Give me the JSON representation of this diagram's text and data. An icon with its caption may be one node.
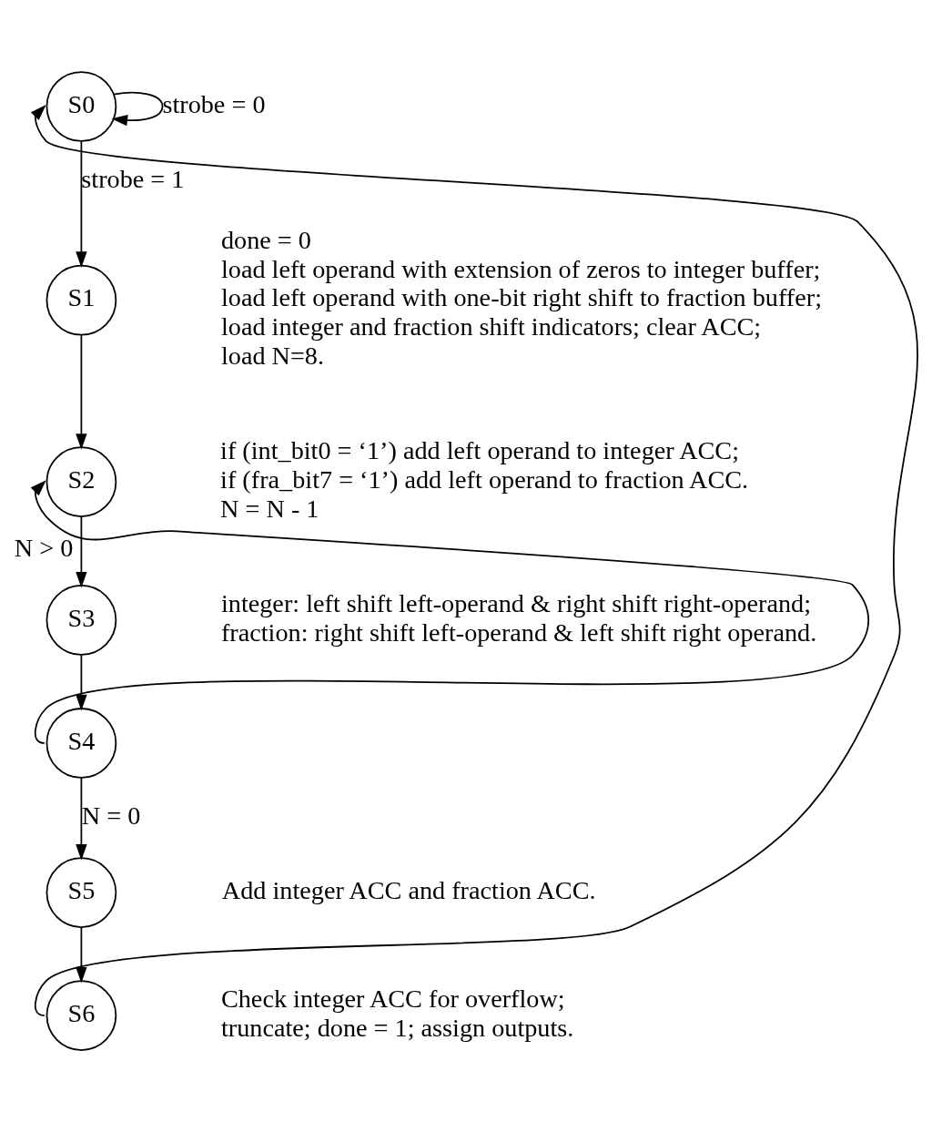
{
  "diagram": {
    "nodes": [
      {
        "text": [
          "S0"
        ]
      },
      {
        "text": [
          "S1"
        ],
        "beside": [
          "done = 0",
          "load left operand with extension of zeros to integer buffer;",
          "load left operand with one-bit right shift to fraction buffer;",
          "load integer and fraction shift indicators; clear ACC;",
          "load N=8."
        ]
      },
      {
        "text": [
          "S2"
        ],
        "beside": [
          "if (int_bit0 = ‘1’) add left operand to integer ACC;",
          "if (fra_bit7 = ‘1’) add left operand to fraction ACC.",
          "N = N - 1"
        ]
      },
      {
        "text": [
          "S3"
        ],
        "beside": [
          "integer: left shift left-operand & right shift right-operand;",
          "fraction: right shift left-operand & left shift right operand."
        ]
      },
      {
        "text": [
          "S4"
        ]
      },
      {
        "text": [
          "S5"
        ],
        "beside": [
          "Add integer ACC and fraction ACC."
        ]
      },
      {
        "text": [
          "S6"
        ],
        "beside": [
          "Check integer ACC for overflow;",
          "truncate; done = 1; assign outputs."
        ]
      }
    ],
    "edges": [
      {
        "from": 0,
        "to": 0,
        "arrow": "to",
        "label": "strobe = 0"
      },
      {
        "from": 0,
        "to": 1,
        "arrow": "to",
        "label": "strobe = 1"
      },
      {
        "from": 1,
        "to": 2,
        "arrow": "to"
      },
      {
        "from": 2,
        "to": 3,
        "arrow": "to"
      },
      {
        "from": 3,
        "to": 4,
        "arrow": "to"
      },
      {
        "from": 4,
        "to": 2,
        "arrow": "to",
        "label": "N > 0"
      },
      {
        "from": 4,
        "to": 5,
        "arrow": "to",
        "label": "N = 0"
      },
      {
        "from": 5,
        "to": 6,
        "arrow": "to"
      },
      {
        "from": 6,
        "to": 0,
        "arrow": "to"
      }
    ]
  }
}
